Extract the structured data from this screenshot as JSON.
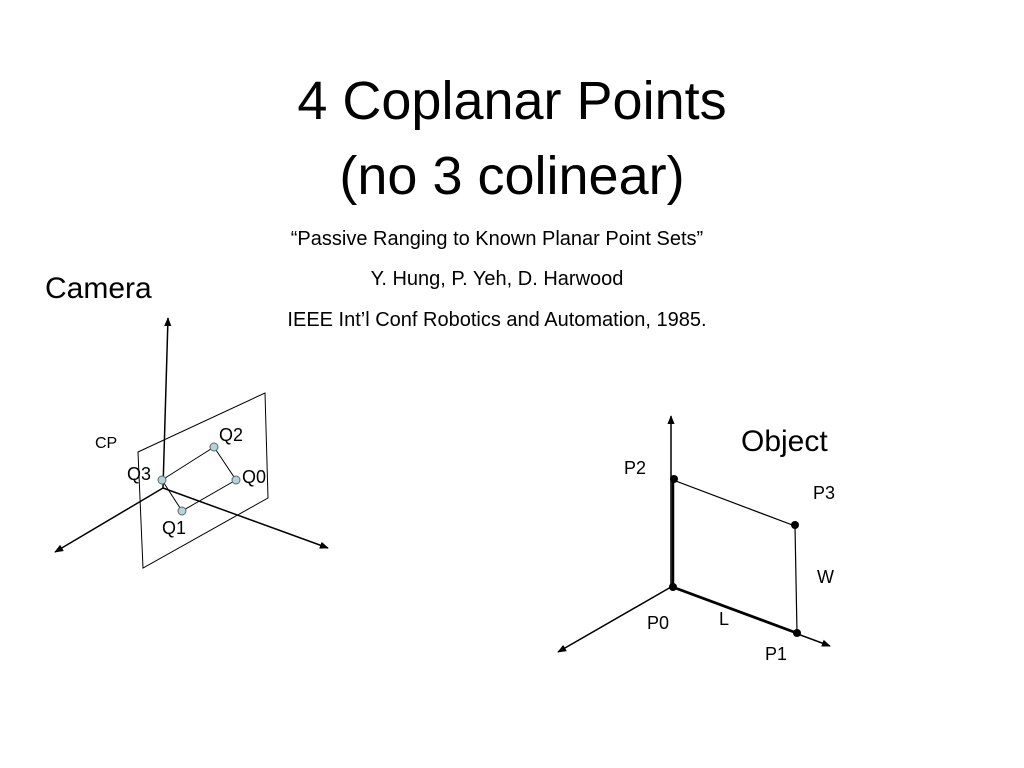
{
  "slide": {
    "title_line1": "4 Coplanar Points",
    "title_line2": "(no 3 colinear)",
    "reference": {
      "paper": "“Passive Ranging to Known Planar Point Sets”",
      "authors": "Y. Hung, P. Yeh, D. Harwood",
      "venue": "IEEE Int’l Conf Robotics and Automation, 1985."
    }
  },
  "camera": {
    "heading": "Camera",
    "cp_label": "CP",
    "points": {
      "q0": "Q0",
      "q1": "Q1",
      "q2": "Q2",
      "q3": "Q3"
    },
    "point_fill": "#b7d3d6"
  },
  "object": {
    "heading": "Object",
    "points": {
      "p0": "P0",
      "p1": "P1",
      "p2": "P2",
      "p3": "P3"
    },
    "length_label": "L",
    "width_label": "W"
  }
}
